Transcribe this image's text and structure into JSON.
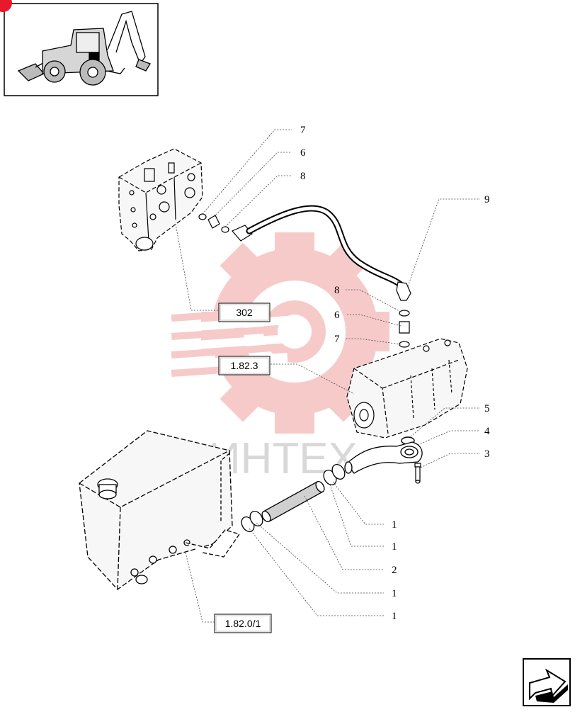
{
  "diagram": {
    "callouts": [
      {
        "id": "c7a",
        "label": "7"
      },
      {
        "id": "c6a",
        "label": "6"
      },
      {
        "id": "c8a",
        "label": "8"
      },
      {
        "id": "c9",
        "label": "9"
      },
      {
        "id": "c8b",
        "label": "8"
      },
      {
        "id": "c6b",
        "label": "6"
      },
      {
        "id": "c7b",
        "label": "7"
      },
      {
        "id": "c5",
        "label": "5"
      },
      {
        "id": "c4",
        "label": "4"
      },
      {
        "id": "c3",
        "label": "3"
      },
      {
        "id": "c1a",
        "label": "1"
      },
      {
        "id": "c1b",
        "label": "1"
      },
      {
        "id": "c2",
        "label": "2"
      },
      {
        "id": "c1c",
        "label": "1"
      },
      {
        "id": "c1d",
        "label": "1"
      }
    ],
    "references": [
      {
        "id": "r302",
        "label": "302"
      },
      {
        "id": "r1823",
        "label": "1.82.3"
      },
      {
        "id": "r1820",
        "label": "1.82.0/1"
      }
    ],
    "watermark": "ИНТЕХ"
  },
  "colors": {
    "line": "#000000",
    "watermark": "#f2a0a0",
    "watermark_text": "#cfcfcf",
    "corner_badge": "#e8192c"
  }
}
